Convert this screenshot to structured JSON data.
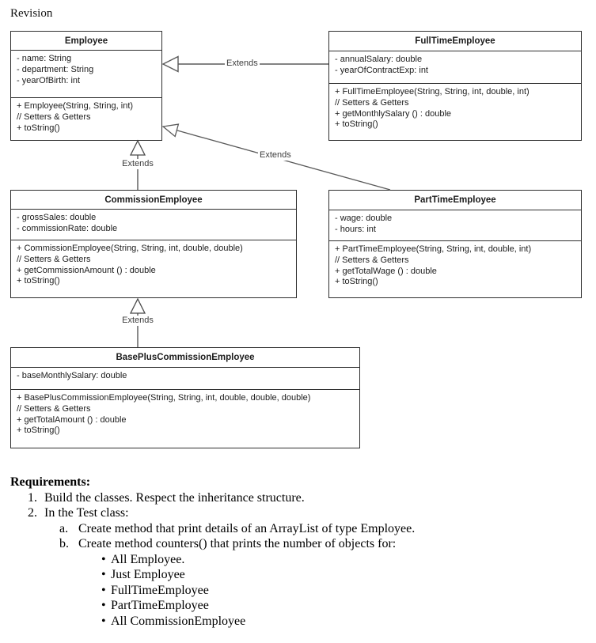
{
  "page": {
    "title": "Revision"
  },
  "colors": {
    "background": "#ffffff",
    "box_border": "#2e2e2e",
    "connector_line": "#5a5a5a",
    "text": "#1c1c1c"
  },
  "diagram": {
    "classes": {
      "employee": {
        "name": "Employee",
        "attributes": [
          "- name: String",
          "- department: String",
          "- yearOfBirth: int"
        ],
        "methods": [
          "+ Employee(String, String, int)",
          "// Setters & Getters",
          "+ toString()"
        ]
      },
      "fullTimeEmployee": {
        "name": "FullTimeEmployee",
        "attributes": [
          "- annualSalary: double",
          "- yearOfContractExp: int"
        ],
        "methods": [
          "+ FullTimeEmployee(String, String, int, double, int)",
          "// Setters & Getters",
          "+ getMonthlySalary () : double",
          "+ toString()"
        ]
      },
      "commissionEmployee": {
        "name": "CommissionEmployee",
        "attributes": [
          "- grossSales: double",
          "- commissionRate: double"
        ],
        "methods": [
          "+ CommissionEmployee(String, String, int, double, double)",
          "// Setters & Getters",
          "+ getCommissionAmount () : double",
          "+ toString()"
        ]
      },
      "partTimeEmployee": {
        "name": "PartTimeEmployee",
        "attributes": [
          "- wage: double",
          "- hours: int"
        ],
        "methods": [
          "+ PartTimeEmployee(String, String, int, double, int)",
          "// Setters & Getters",
          "+ getTotalWage () : double",
          "+ toString()"
        ]
      },
      "basePlusCommissionEmployee": {
        "name": "BasePlusCommissionEmployee",
        "attributes": [
          "- baseMonthlySalary: double"
        ],
        "methods": [
          "+ BasePlusCommissionEmployee(String, String, int, double, double, double)",
          "// Setters & Getters",
          "+ getTotalAmount () : double",
          "+ toString()"
        ]
      }
    },
    "connectors": [
      {
        "from": "FullTimeEmployee",
        "to": "Employee",
        "label": "Extends"
      },
      {
        "from": "CommissionEmployee",
        "to": "Employee",
        "label": "Extends"
      },
      {
        "from": "PartTimeEmployee",
        "to": "Employee",
        "label": "Extends"
      },
      {
        "from": "BasePlusCommissionEmployee",
        "to": "CommissionEmployee",
        "label": "Extends"
      }
    ]
  },
  "requirements": {
    "heading": "Requirements:",
    "items": [
      {
        "marker": "1.",
        "text": "Build the classes. Respect the inheritance structure."
      },
      {
        "marker": "2.",
        "text": "In the Test class:"
      }
    ],
    "sub_items": [
      {
        "marker": "a.",
        "text": "Create method that print details of an ArrayList of type Employee."
      },
      {
        "marker": "b.",
        "text": "Create method counters() that prints the number of objects for:"
      }
    ],
    "bullets": [
      {
        "marker": "•",
        "text": "All Employee."
      },
      {
        "marker": "•",
        "text": "Just Employee"
      },
      {
        "marker": "•",
        "text": "FullTimeEmployee"
      },
      {
        "marker": "•",
        "text": "PartTimeEmployee"
      },
      {
        "marker": "•",
        "text": "All CommissionEmployee"
      }
    ]
  }
}
